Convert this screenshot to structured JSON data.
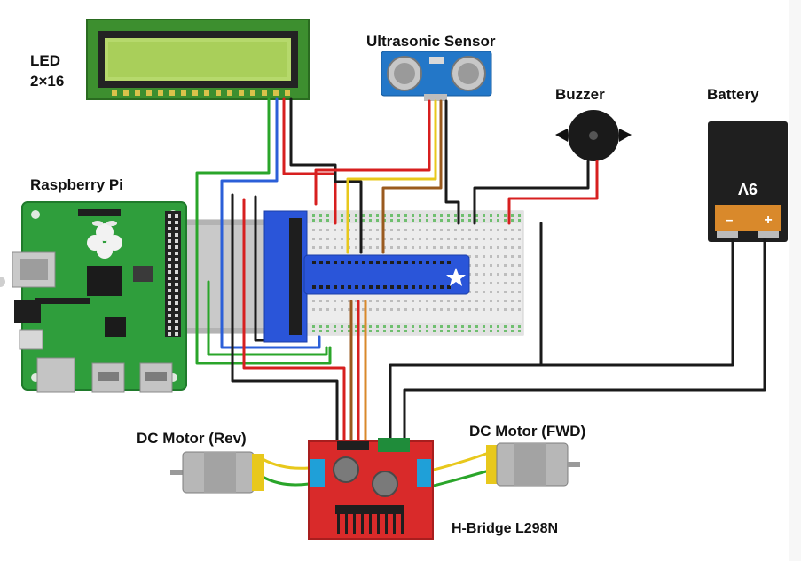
{
  "labels": {
    "led": "LED",
    "led_size": "2×16",
    "ultrasonic": "Ultrasonic Sensor",
    "buzzer": "Buzzer",
    "battery": "Battery",
    "raspberry_pi": "Raspberry Pi",
    "motor_rev": "DC Motor (Rev)",
    "motor_fwd": "DC Motor (FWD)",
    "hbridge": "H-Bridge L298N"
  },
  "battery": {
    "voltage_mark": "Λ6",
    "minus": "–",
    "plus": "+"
  },
  "colors": {
    "lcd_frame": "#3d8f2f",
    "lcd_screen": "#b6d96c",
    "pi_board": "#2f9e3c",
    "hat": "#2a55d9",
    "hbridge": "#d92a2a",
    "sensor": "#2377c8",
    "wire_black": "#1a1a1a",
    "wire_red": "#d71f1f",
    "wire_green": "#2aa52a",
    "wire_blue": "#2b5fd8",
    "wire_yellow": "#e8c81c",
    "wire_brown": "#9a5a1e"
  }
}
